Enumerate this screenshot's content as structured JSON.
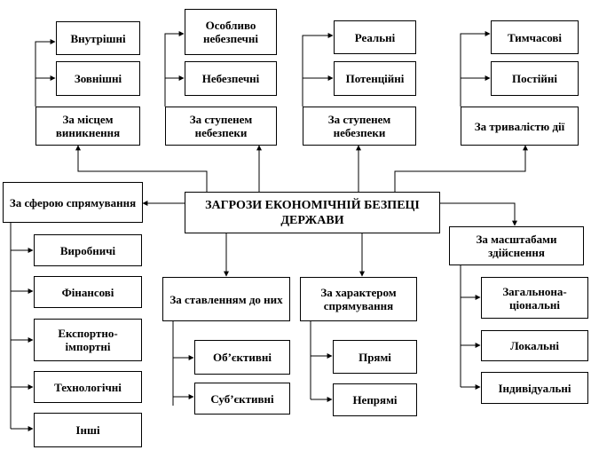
{
  "center": "ЗАГРОЗИ ЕКОНОМІЧНІЙ БЕЗПЕЦІ ДЕРЖАВИ",
  "groups": {
    "origin": {
      "title": "За місцем виникнення",
      "items": [
        "Внутрішні",
        "Зовнішні"
      ]
    },
    "danger": {
      "title": "За ступенем небезпеки",
      "items": [
        "Особливо небезпечні",
        "Небезпечні"
      ]
    },
    "reality": {
      "title": "За ступенем небезпеки",
      "items": [
        "Реальні",
        "Потенційні"
      ]
    },
    "duration": {
      "title": "За тривалістю дії",
      "items": [
        "Тимчасові",
        "Постійні"
      ]
    },
    "sphere": {
      "title": "За сферою спрямування",
      "items": [
        "Виробничі",
        "Фінансові",
        "Експортно-імпортні",
        "Технологічні",
        "Інші"
      ]
    },
    "attitude": {
      "title": "За ставленням до них",
      "items": [
        "Об’єктивні",
        "Суб’єктивні"
      ]
    },
    "direction": {
      "title": "За характером спрямування",
      "items": [
        "Прямі",
        "Непрямі"
      ]
    },
    "scale": {
      "title": "За масштабами здійснення",
      "items": [
        "Загальнона-ціональні",
        "Локальні",
        "Індивідуальні"
      ]
    }
  }
}
